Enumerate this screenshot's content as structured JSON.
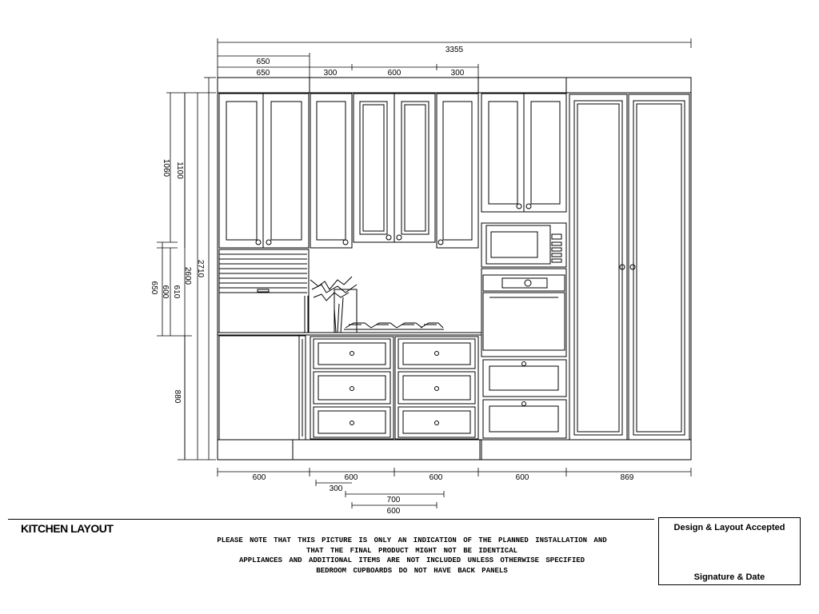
{
  "title": "KITCHEN LAYOUT",
  "notes": [
    "PLEASE NOTE THAT THIS PICTURE IS ONLY AN INDICATION OF THE PLANNED INSTALLATION AND",
    "THAT  THE FINAL PRODUCT MIGHT NOT BE IDENTICAL",
    "APPLIANCES AND ADDITIONAL ITEMS ARE NOT INCLUDED UNLESS OTHERWISE SPECIFIED",
    "BEDROOM CUPBOARDS DO NOT HAVE BACK PANELS"
  ],
  "acceptance": {
    "title": "Design & Layout Accepted",
    "signature": "Signature & Date"
  },
  "dimensions": {
    "top_overall": "3355",
    "top_row1": [
      "650"
    ],
    "top_row2": [
      "650",
      "300",
      "600",
      "300"
    ],
    "left_labels": [
      "1060",
      "1100",
      "650",
      "600",
      "610",
      "2600",
      "2710",
      "880"
    ],
    "bottom_row1": [
      "600",
      "600",
      "600",
      "600",
      "869"
    ],
    "bottom_row2": [
      "300"
    ],
    "bottom_row3": [
      "700"
    ],
    "bottom_row4": [
      "600"
    ]
  },
  "appliances": {
    "microwave": "microwave",
    "oven": "built-in-oven",
    "hob": "gas-hob"
  }
}
